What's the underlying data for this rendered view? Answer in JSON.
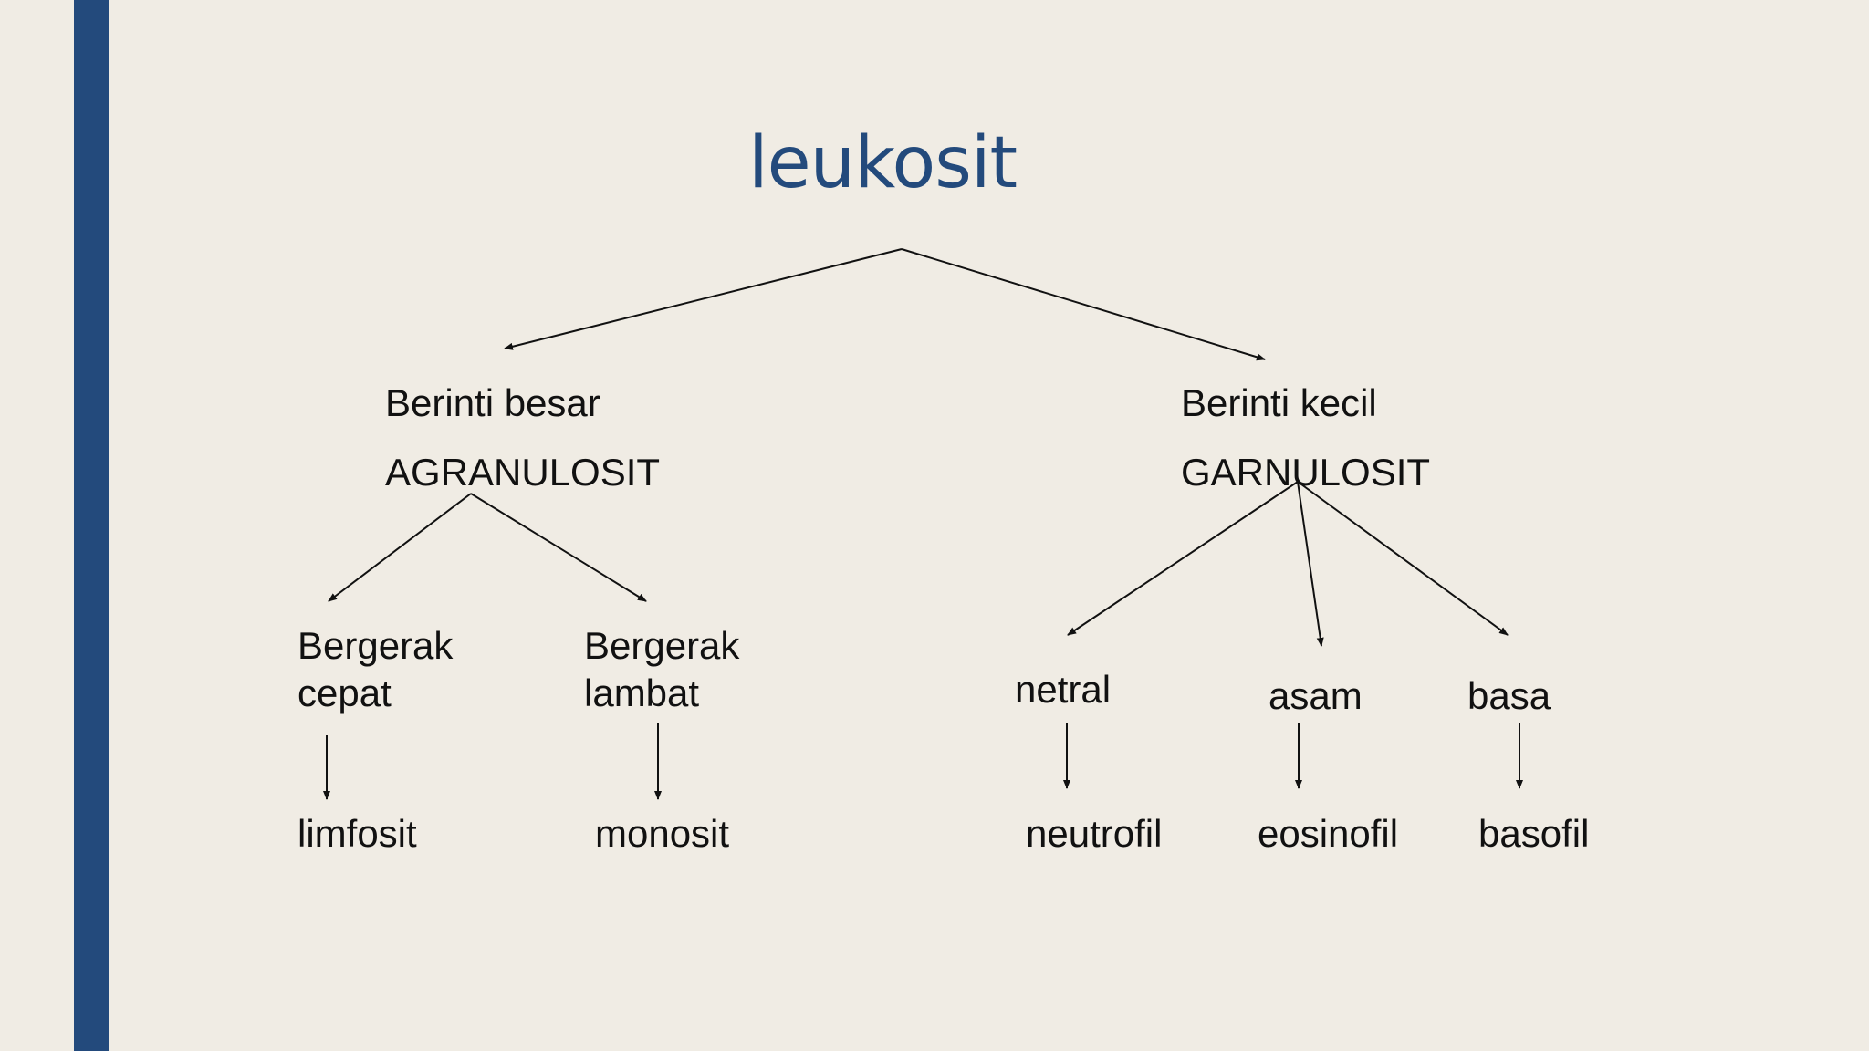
{
  "colors": {
    "background": "#f0ece4",
    "accent": "#234a7c",
    "title": "#234a7c",
    "text": "#111111",
    "line": "#111111"
  },
  "diagram": {
    "title": "leukosit",
    "nodes": {
      "berinti_besar": "Berinti besar",
      "agranulosit": "AGRANULOSIT",
      "berinti_kecil": "Berinti kecil",
      "garnulosit": "GARNULOSIT",
      "bergerak_cepat": [
        "Bergerak",
        "cepat"
      ],
      "bergerak_lambat": [
        "Bergerak",
        "lambat"
      ],
      "netral": "netral",
      "asam": "asam",
      "basa": "basa",
      "limfosit": "limfosit",
      "monosit": "monosit",
      "neutrofil": "neutrofil",
      "eosinofil": "eosinofil",
      "basofil": "basofil"
    },
    "edges": [
      [
        "leukosit",
        "berinti_besar"
      ],
      [
        "leukosit",
        "berinti_kecil"
      ],
      [
        "agranulosit",
        "bergerak_cepat"
      ],
      [
        "agranulosit",
        "bergerak_lambat"
      ],
      [
        "garnulosit",
        "netral"
      ],
      [
        "garnulosit",
        "asam"
      ],
      [
        "garnulosit",
        "basa"
      ],
      [
        "bergerak_cepat",
        "limfosit"
      ],
      [
        "bergerak_lambat",
        "monosit"
      ],
      [
        "netral",
        "neutrofil"
      ],
      [
        "asam",
        "eosinofil"
      ],
      [
        "basa",
        "basofil"
      ]
    ]
  }
}
